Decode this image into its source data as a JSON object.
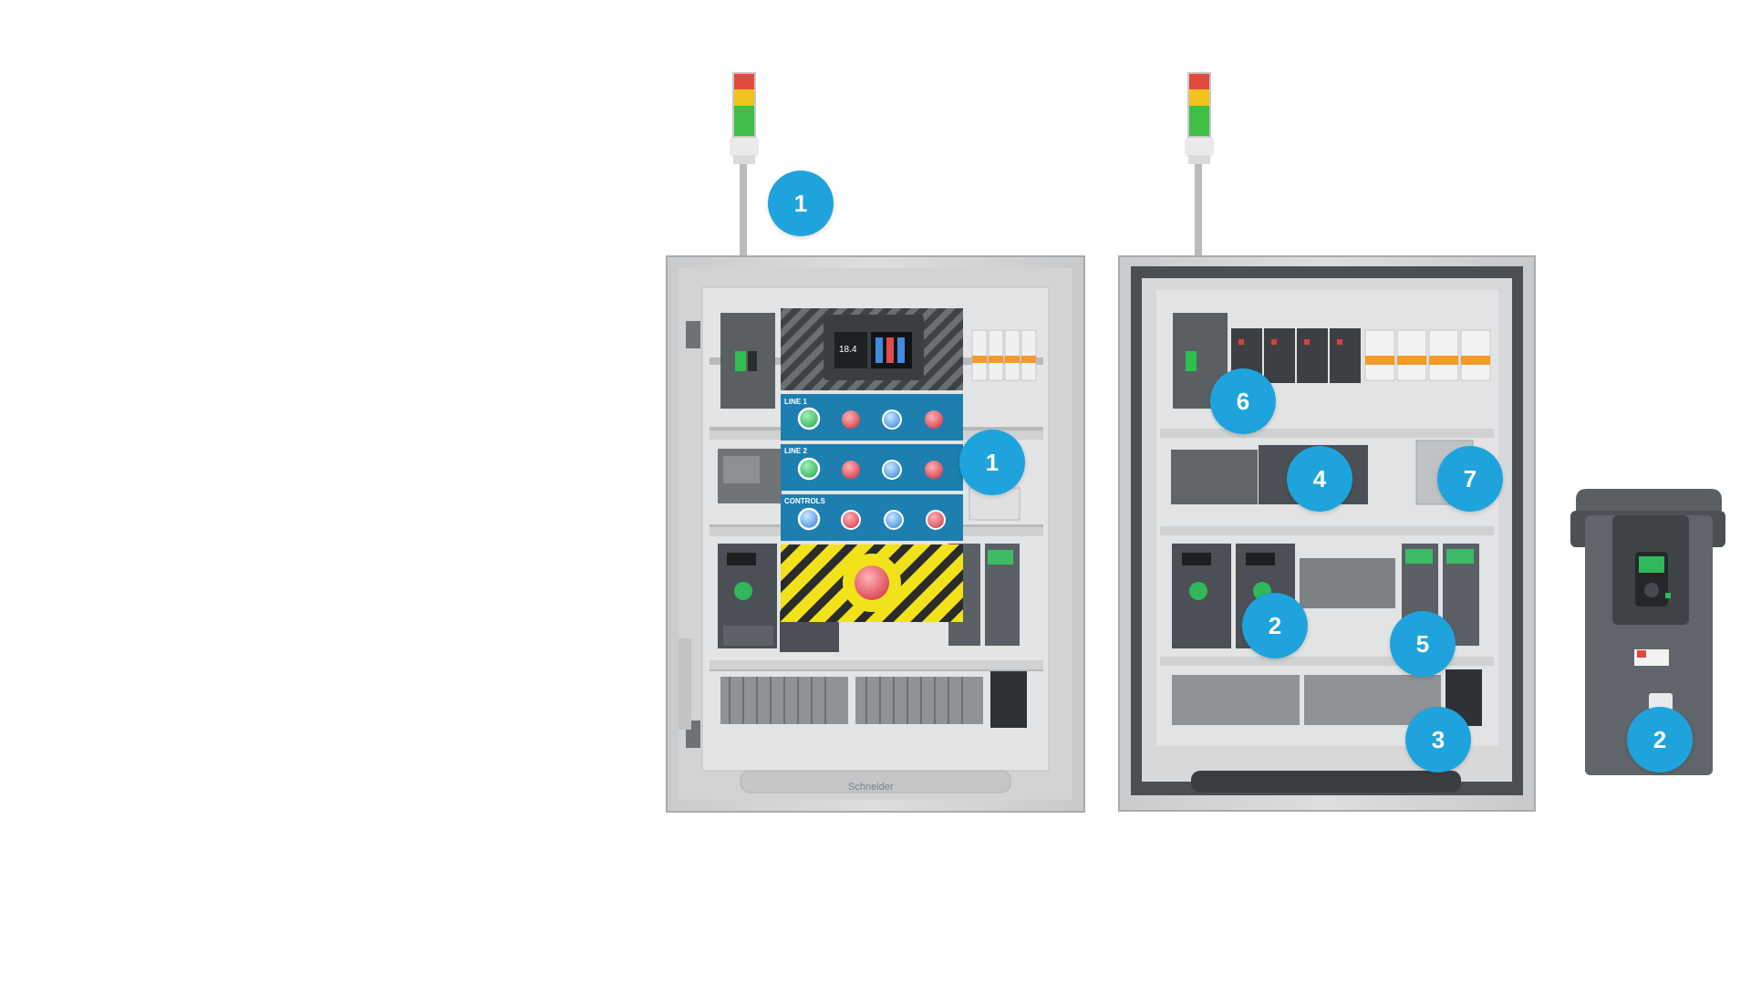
{
  "panels": {
    "left": {
      "rows": [
        {
          "label": "LINE 1",
          "buttons": [
            "green",
            "red",
            "blue",
            "red"
          ]
        },
        {
          "label": "LINE 2",
          "buttons": [
            "green",
            "red",
            "blue",
            "red"
          ]
        },
        {
          "label": "CONTROLS",
          "buttons": [
            "blue",
            "red",
            "blue",
            "red"
          ]
        }
      ],
      "hmi": {
        "reading": "18.4"
      },
      "brand": "Schneider"
    }
  },
  "callouts": [
    {
      "id": "callout-1-tower",
      "label": "1"
    },
    {
      "id": "callout-1-panel",
      "label": "1"
    },
    {
      "id": "callout-6",
      "label": "6"
    },
    {
      "id": "callout-4",
      "label": "4"
    },
    {
      "id": "callout-7",
      "label": "7"
    },
    {
      "id": "callout-2-vfd",
      "label": "2"
    },
    {
      "id": "callout-5",
      "label": "5"
    },
    {
      "id": "callout-3",
      "label": "3"
    },
    {
      "id": "callout-2-drive",
      "label": "2"
    }
  ],
  "colors": {
    "callout": "#1fa3dc",
    "panel_blue": "#1c7fb0",
    "enclosure": "#d4d6d8",
    "device_dark": "#4a5055",
    "button_green": "#3ec46d",
    "button_red": "#e5525c",
    "button_blue": "#5aa6e8",
    "estop_yellow": "#f2e21a"
  }
}
